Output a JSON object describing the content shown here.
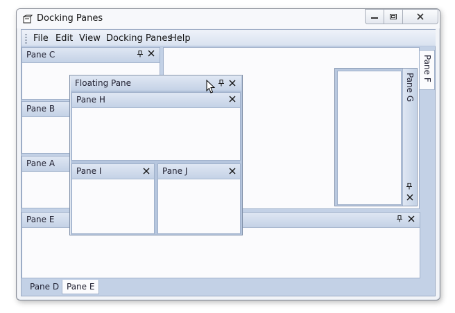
{
  "window": {
    "title": "Docking Panes"
  },
  "menu": {
    "items": [
      "File",
      "Edit",
      "View",
      "Docking Panes",
      "Help"
    ]
  },
  "panes": {
    "c": "Pane C",
    "b": "Pane B",
    "a": "Pane A",
    "e": "Pane E",
    "f": "Pane F",
    "g": "Pane G",
    "h": "Pane H",
    "i": "Pane I",
    "j": "Pane J"
  },
  "floating": {
    "title": "Floating Pane"
  },
  "bottom_tabs": [
    "Pane D",
    "Pane E"
  ],
  "icons": {
    "pin": "pin-icon",
    "close": "close-icon",
    "minimize": "minimize-icon",
    "maximize": "maximize-icon"
  }
}
